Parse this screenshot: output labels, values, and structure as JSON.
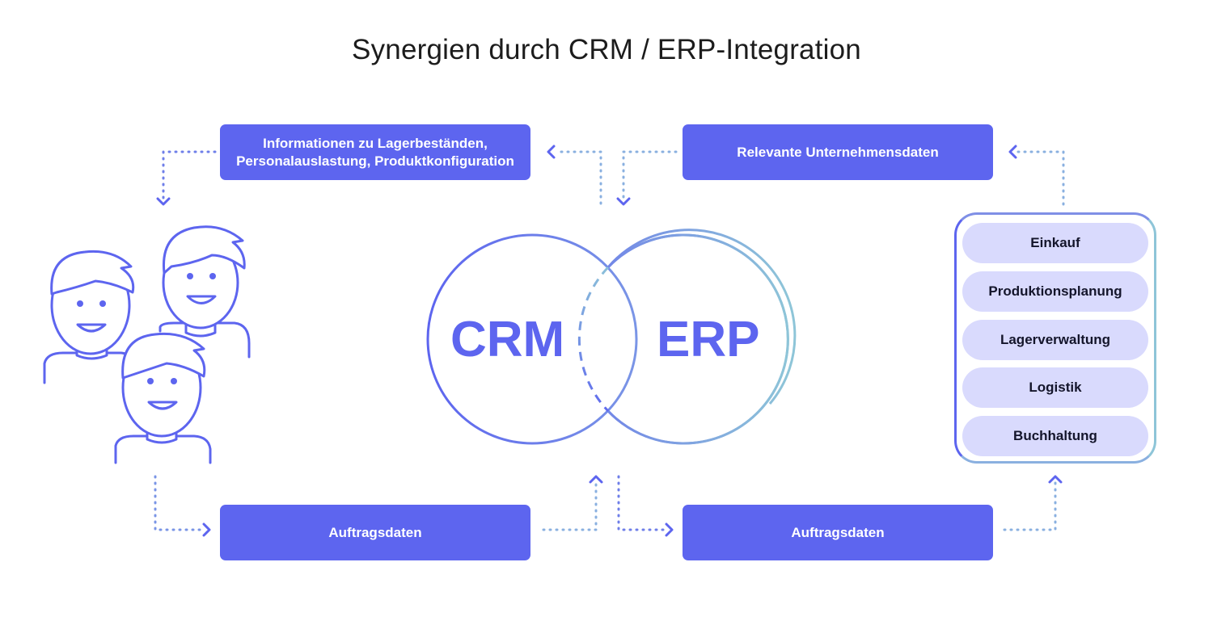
{
  "title": "Synergien durch CRM / ERP-Integration",
  "boxes": {
    "info": {
      "line1": "Informationen zu Lagerbeständen,",
      "line2": "Personalauslastung, Produktkonfiguration"
    },
    "relevant": "Relevante Unternehmensdaten",
    "auftrag_left": "Auftragsdaten",
    "auftrag_right": "Auftragsdaten"
  },
  "circles": {
    "crm": "CRM",
    "erp": "ERP"
  },
  "departments": [
    "Einkauf",
    "Produktionsplanung",
    "Lagerverwaltung",
    "Logistik",
    "Buchhaltung"
  ],
  "colors": {
    "primary": "#5d65ef",
    "accent_teal": "#8ec5d8",
    "pill_bg": "#d9dafd",
    "title_text": "#1c1c1c"
  },
  "icons": {
    "people": "people-group-icon",
    "arrows": "dotted-arrow-icon"
  }
}
